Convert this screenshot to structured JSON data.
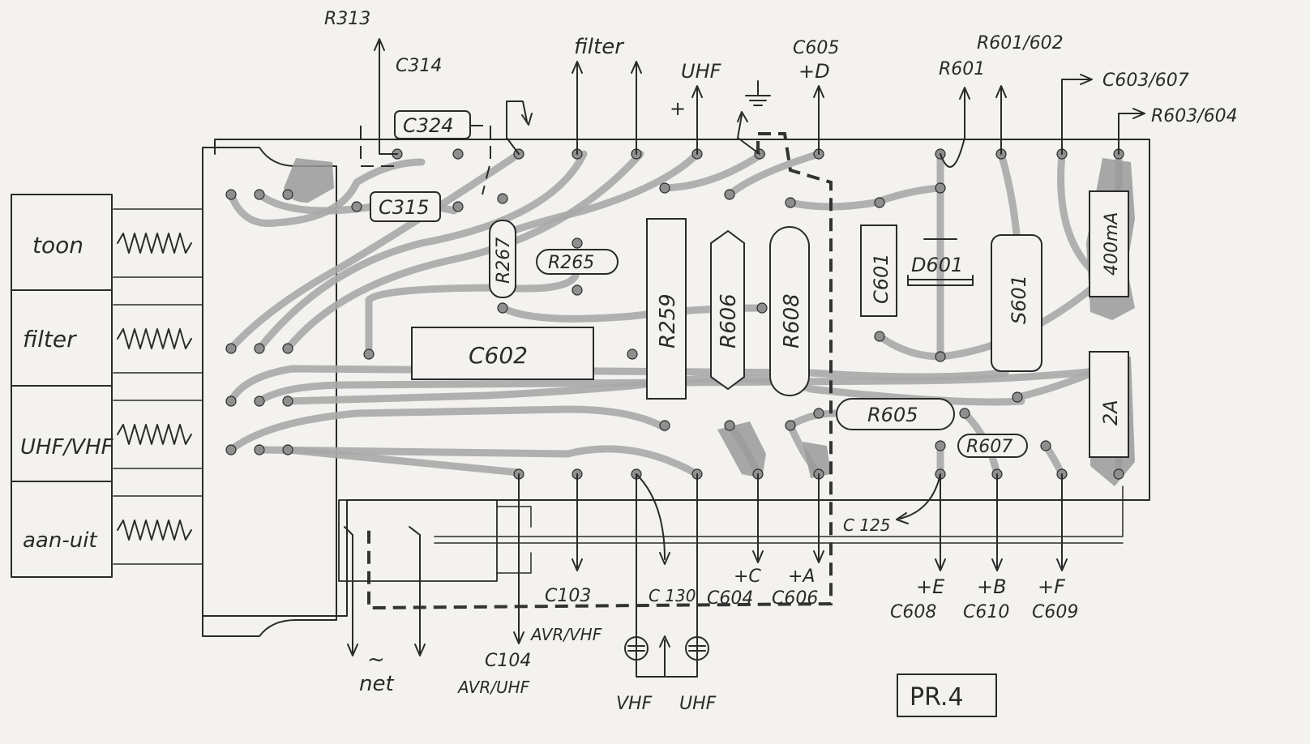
{
  "switches": [
    "toon",
    "filter",
    "UHF/VHF",
    "aan-uit"
  ],
  "components": {
    "c324": "C324",
    "c315": "C315",
    "r267": "R267",
    "r265": "R265",
    "c602": "C602",
    "r259": "R259",
    "r606": "R606",
    "r608": "R608",
    "c601": "C601",
    "d601": "D601",
    "s601": "S601",
    "fuse_top": "400mA",
    "fuse_bottom": "2A",
    "r605": "R605",
    "r607": "R607"
  },
  "top_labels": {
    "r313": "R313",
    "c314": "C314",
    "filter": "filter",
    "uhf": "UHF",
    "plus": "+",
    "c605": "C605",
    "plus_d": "+D",
    "r601_602": "R601/602",
    "r601": "R601",
    "c603_607": "C603/607",
    "r603_604": "R603/604"
  },
  "bottom_labels": {
    "c125": "C 125",
    "c103": "C103",
    "c130": "C 130",
    "plus_c": "+C",
    "c604": "C604",
    "plus_a": "+A",
    "c606": "C606",
    "plus_e": "+E",
    "c608": "C608",
    "plus_b": "+B",
    "c610": "C610",
    "plus_f": "+F",
    "c609": "C609",
    "net": "net",
    "tilde": "~",
    "c104": "C104",
    "avr_vhf": "AVR/VHF",
    "avr_uhf": "AVR/UHF",
    "vhf": "VHF",
    "uhf": "UHF"
  },
  "stamp": "PR.4"
}
